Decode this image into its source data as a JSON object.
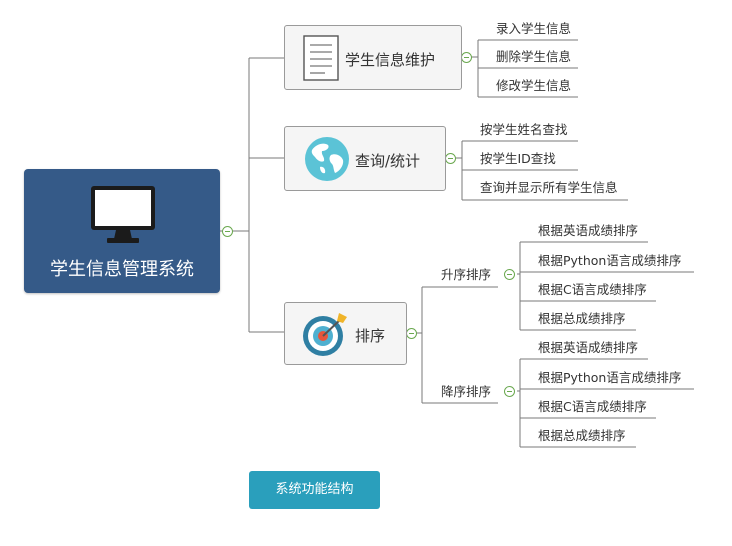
{
  "root": {
    "title": "学生信息管理系统",
    "icon": "monitor-icon"
  },
  "branches": [
    {
      "label": "学生信息维护",
      "icon": "document-icon",
      "children": [
        "录入学生信息",
        "删除学生信息",
        "修改学生信息"
      ]
    },
    {
      "label": "查询/统计",
      "icon": "globe-icon",
      "children": [
        "按学生姓名查找",
        "按学生ID查找",
        "查询并显示所有学生信息"
      ]
    },
    {
      "label": "排序",
      "icon": "target-icon",
      "groups": [
        {
          "label": "升序排序",
          "children": [
            "根据英语成绩排序",
            "根据Python语言成绩排序",
            "根据C语言成绩排序",
            "根据总成绩排序"
          ]
        },
        {
          "label": "降序排序",
          "children": [
            "根据英语成绩排序",
            "根据Python语言成绩排序",
            "根据C语言成绩排序",
            "根据总成绩排序"
          ]
        }
      ]
    }
  ],
  "footer_badge": "系统功能结构",
  "colors": {
    "root_bg": "#355a88",
    "badge_bg": "#2a9fbc",
    "collapse": "#6aa84f",
    "line": "#7a7a7a"
  }
}
